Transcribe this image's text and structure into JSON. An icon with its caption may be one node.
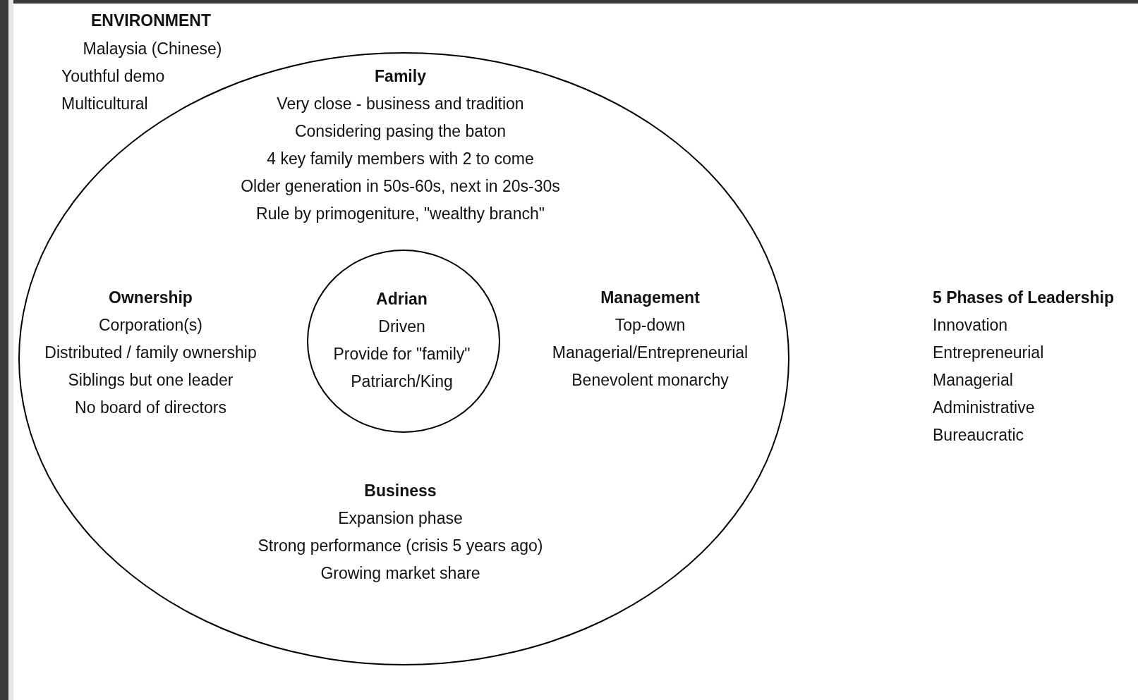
{
  "diagram": {
    "nodes": [
      {
        "text": [
          "Family",
          "Very close - business and tradition",
          "Considering pasing the baton",
          "4 key family members with 2 to come",
          "Older generation in 50s-60s, next in 20s-30s",
          "Rule by primogeniture, \"wealthy branch\"",
          "Ownership",
          "Corporation(s)",
          "Distributed / family ownership",
          "Siblings but one leader",
          "No board of directors",
          "Management",
          "Top-down",
          "Managerial/Entrepreneurial",
          "Benevolent monarchy",
          "Business",
          "Expansion phase",
          "Strong performance (crisis 5 years ago)",
          "Growing market share"
        ]
      },
      {
        "text": [
          "Adrian",
          "Driven",
          "Provide for \"family\"",
          "Patriarch/King"
        ],
        "in": 0
      }
    ],
    "edges": [],
    "labels": [
      "ENVIRONMENT",
      "Malaysia (Chinese)",
      "Youthful demo",
      "Multicultural",
      "5 Phases of Leadership",
      "Innovation",
      "Entrepreneurial",
      "Managerial",
      "Administrative",
      "Bureaucratic"
    ]
  }
}
